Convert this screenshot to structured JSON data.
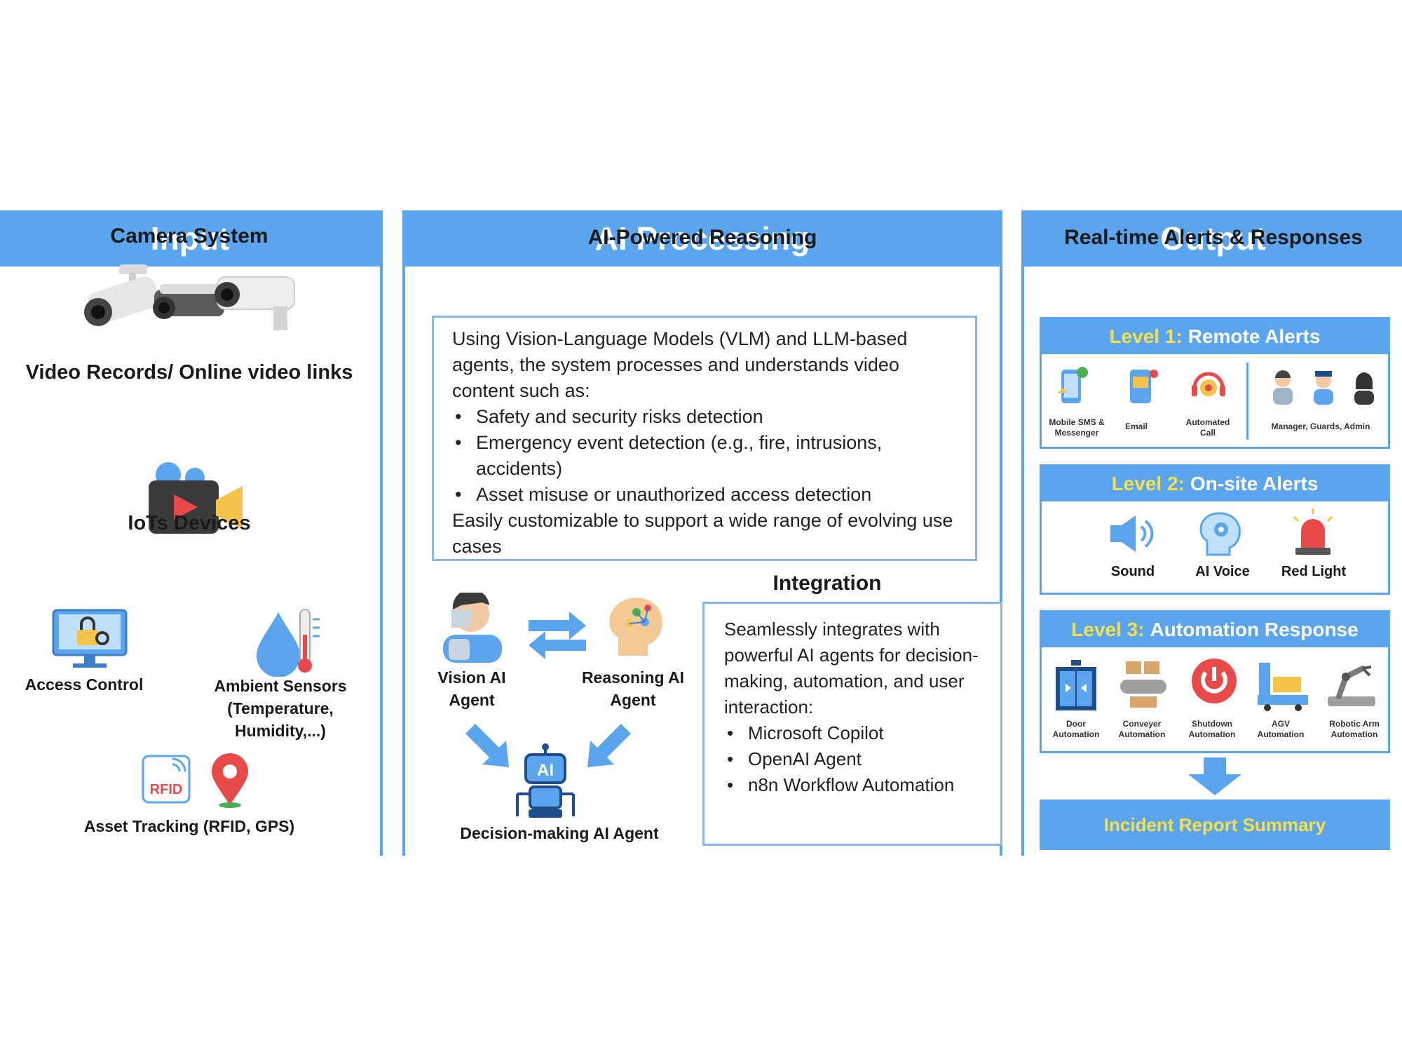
{
  "input": {
    "header": "Input",
    "camera_title": "Camera System",
    "video_title": "Video Records/ Online video links",
    "iot_title": "IoTs Devices",
    "access_control": "Access Control",
    "ambient_line1": "Ambient Sensors",
    "ambient_line2": "(Temperature,",
    "ambient_line3": "Humidity,...)",
    "rfid_text": "RFID",
    "asset_tracking": "Asset Tracking (RFID, GPS)"
  },
  "ai": {
    "header": "AI Processing",
    "reasoning_title": "AI-Powered Reasoning",
    "reasoning_intro": "Using Vision-Language Models (VLM) and LLM-based agents, the system processes and understands video content such as:",
    "reasoning_bullets": [
      "Safety and security risks detection",
      "Emergency event detection (e.g., fire, intrusions, accidents)",
      "Asset misuse or unauthorized access detection"
    ],
    "reasoning_outro": "Easily customizable to support a wide range of evolving use cases",
    "vision_agent_line1": "Vision AI",
    "vision_agent_line2": "Agent",
    "reasoning_agent_line1": "Reasoning AI",
    "reasoning_agent_line2": "Agent",
    "decision_agent": "Decision-making AI Agent",
    "robot_text": "AI",
    "integration_title": "Integration",
    "integration_intro": "Seamlessly integrates with powerful AI agents for decision-making, automation, and user interaction:",
    "integration_bullets": [
      "Microsoft Copilot",
      "OpenAI Agent",
      "n8n Workflow Automation"
    ]
  },
  "output": {
    "header": "Output",
    "alerts_title": "Real-time Alerts & Responses",
    "level1_prefix": "Level 1:",
    "level1_name": "Remote Alerts",
    "level1_items": [
      "Mobile SMS & Messenger",
      "Email",
      "Automated Call",
      "Manager, Guards, Admin"
    ],
    "level2_prefix": "Level 2:",
    "level2_name": "On-site Alerts",
    "level2_items": [
      "Sound",
      "AI Voice",
      "Red Light"
    ],
    "level3_prefix": "Level 3:",
    "level3_name": "Automation Response",
    "level3_items": [
      "Door Automation",
      "Conveyer Automation",
      "Shutdown Automation",
      "AGV Automation",
      "Robotic Arm Automation"
    ],
    "report": "Incident Report Summary"
  }
}
